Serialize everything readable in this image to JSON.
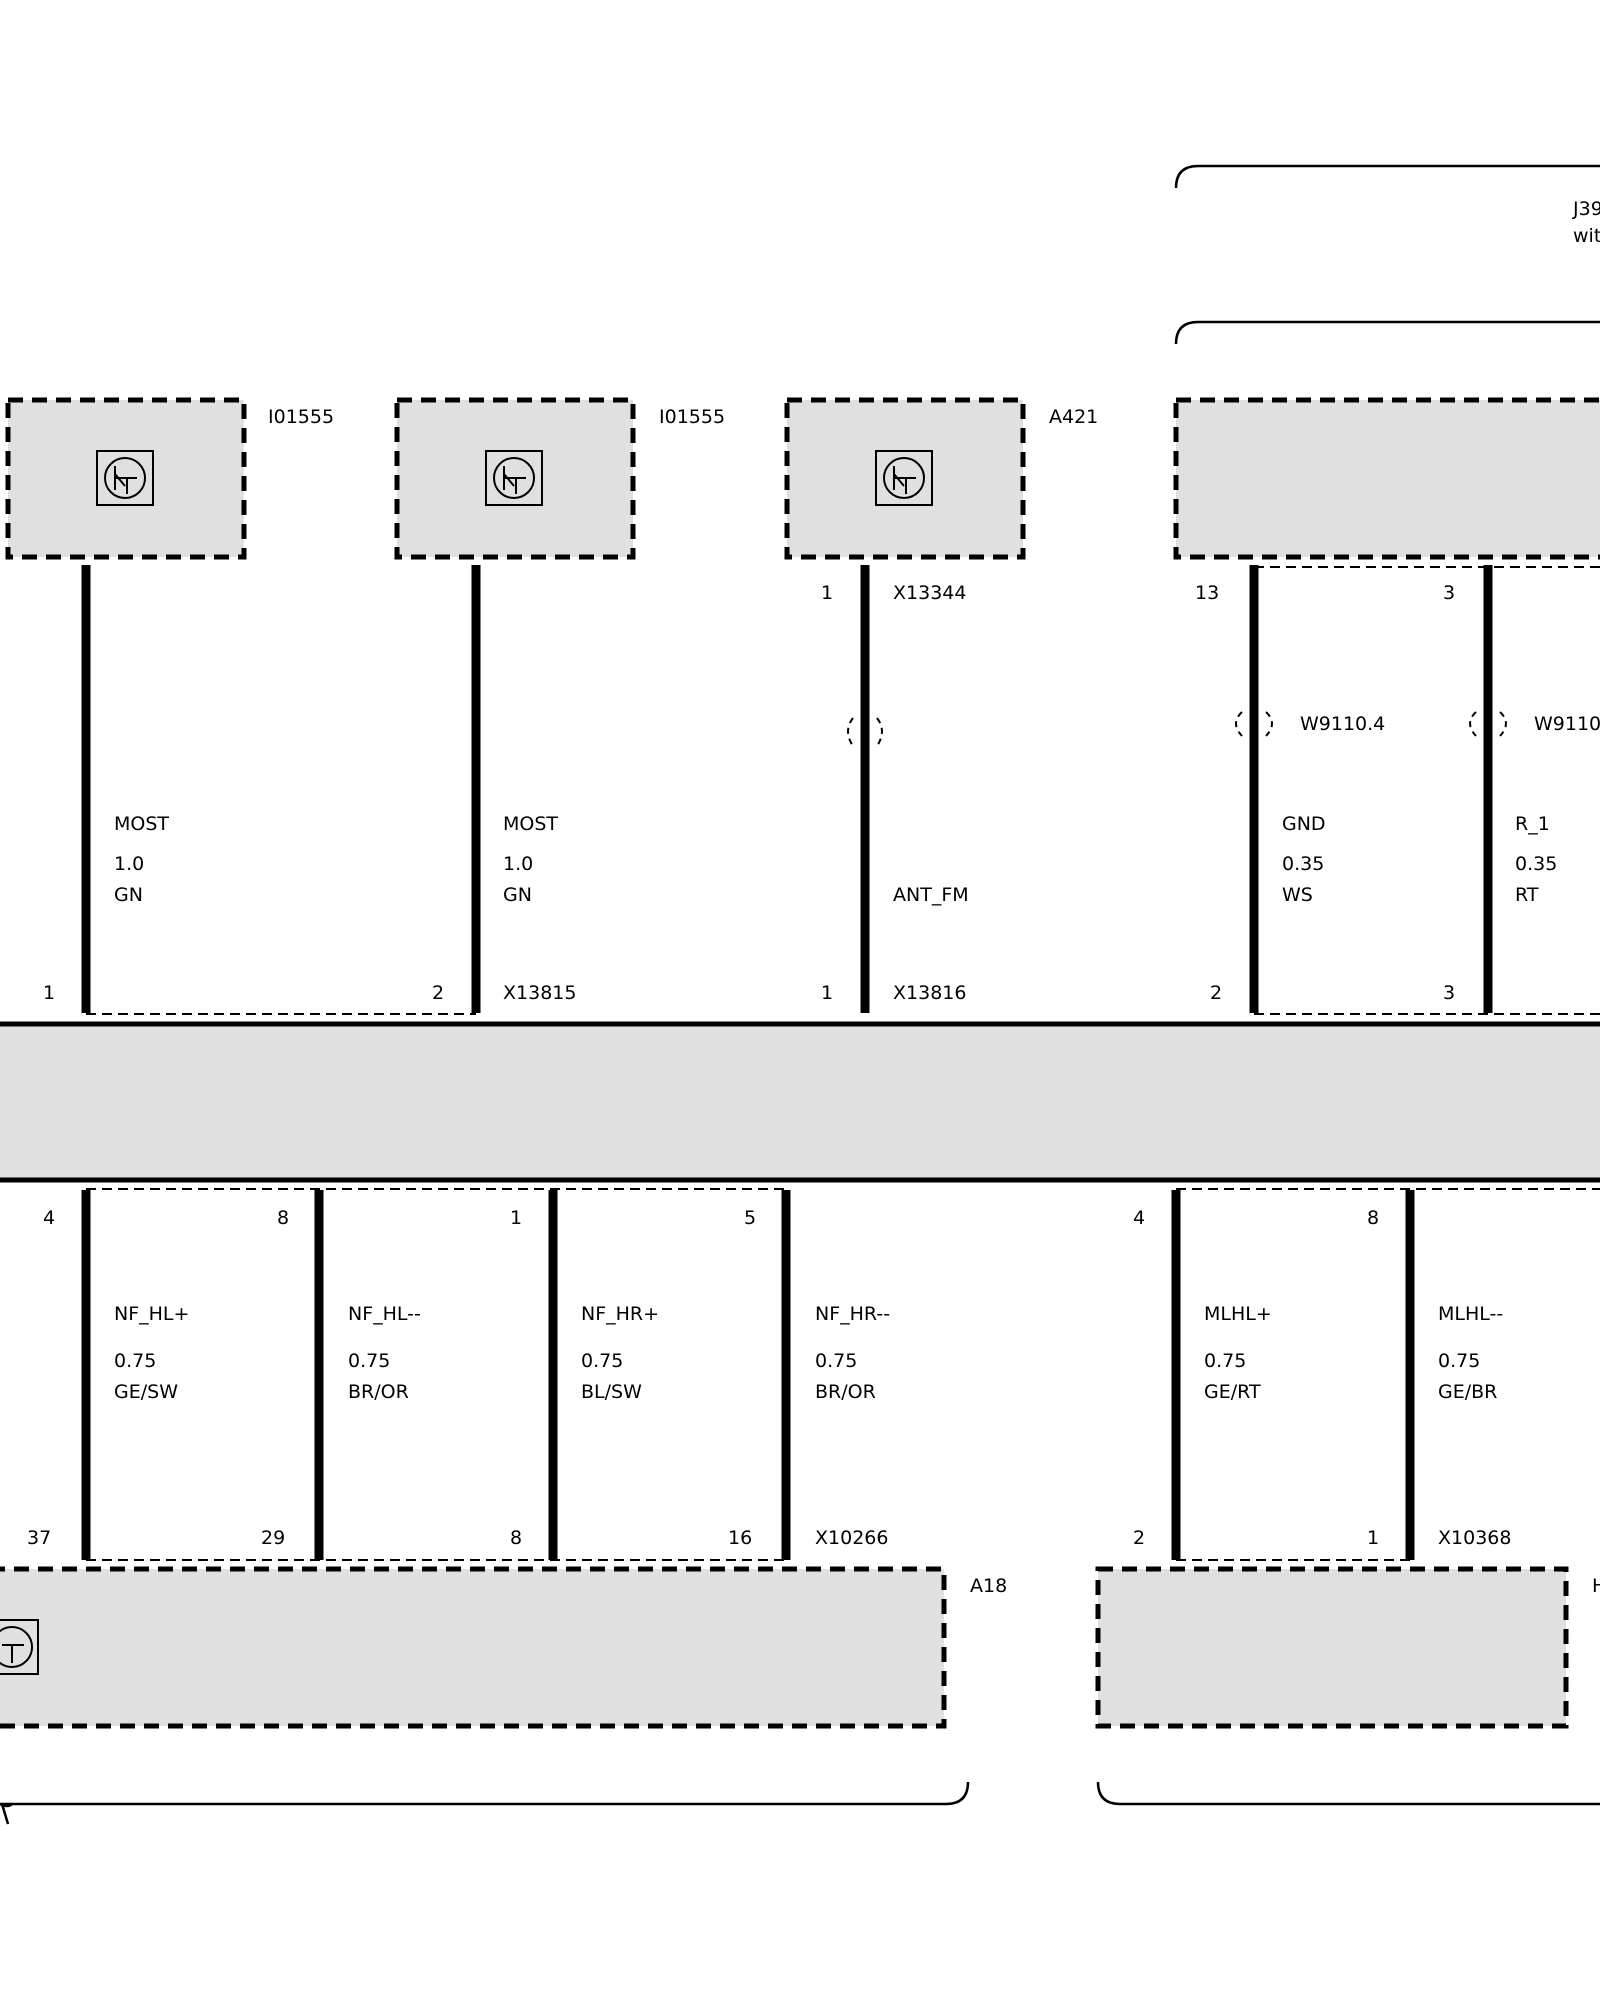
{
  "bracket_top": {
    "line1": "J39",
    "line2": "wit"
  },
  "top_devices": [
    {
      "label": "I01555",
      "icon": "transistor-icon"
    },
    {
      "label": "I01555",
      "icon": "transistor-icon"
    },
    {
      "label": "A421",
      "icon": "transistor-icon"
    },
    {
      "label": "",
      "icon": ""
    }
  ],
  "upper_wires": [
    {
      "pin_top": "",
      "conn_top": "",
      "shield": "",
      "signal": "MOST",
      "gauge": "1.0",
      "color": "GN",
      "pin_bottom": "1",
      "conn_bottom": ""
    },
    {
      "pin_top": "",
      "conn_top": "",
      "shield": "",
      "signal": "MOST",
      "gauge": "1.0",
      "color": "GN",
      "pin_bottom": "2",
      "conn_bottom": "X13815"
    },
    {
      "pin_top": "1",
      "conn_top": "X13344",
      "shield": "",
      "signal": "",
      "gauge": "",
      "color": "",
      "extra": "ANT_FM",
      "pin_bottom": "1",
      "conn_bottom": "X13816"
    },
    {
      "pin_top": "13",
      "conn_top": "",
      "shield": "W9110.4",
      "signal": "GND",
      "gauge": "0.35",
      "color": "WS",
      "pin_bottom": "2",
      "conn_bottom": ""
    },
    {
      "pin_top": "3",
      "conn_top": "",
      "shield": "W9110.",
      "signal": "R_1",
      "gauge": "0.35",
      "color": "RT",
      "pin_bottom": "3",
      "conn_bottom": ""
    }
  ],
  "lower_wires": [
    {
      "pin_top": "4",
      "signal": "NF_HL+",
      "gauge": "0.75",
      "color": "GE/SW",
      "pin_bottom": "37",
      "conn_bottom": ""
    },
    {
      "pin_top": "8",
      "signal": "NF_HL--",
      "gauge": "0.75",
      "color": "BR/OR",
      "pin_bottom": "29",
      "conn_bottom": ""
    },
    {
      "pin_top": "1",
      "signal": "NF_HR+",
      "gauge": "0.75",
      "color": "BL/SW",
      "pin_bottom": "8",
      "conn_bottom": ""
    },
    {
      "pin_top": "5",
      "signal": "NF_HR--",
      "gauge": "0.75",
      "color": "BR/OR",
      "pin_bottom": "16",
      "conn_bottom": "X10266"
    },
    {
      "pin_top": "4",
      "signal": "MLHL+",
      "gauge": "0.75",
      "color": "GE/RT",
      "pin_bottom": "2",
      "conn_bottom": ""
    },
    {
      "pin_top": "8",
      "signal": "MLHL--",
      "gauge": "0.75",
      "color": "GE/BR",
      "pin_bottom": "1",
      "conn_bottom": "X10368"
    }
  ],
  "bottom_devices": [
    {
      "label": "A18",
      "icon": "transistor-icon"
    },
    {
      "label": "H",
      "icon": ""
    }
  ]
}
